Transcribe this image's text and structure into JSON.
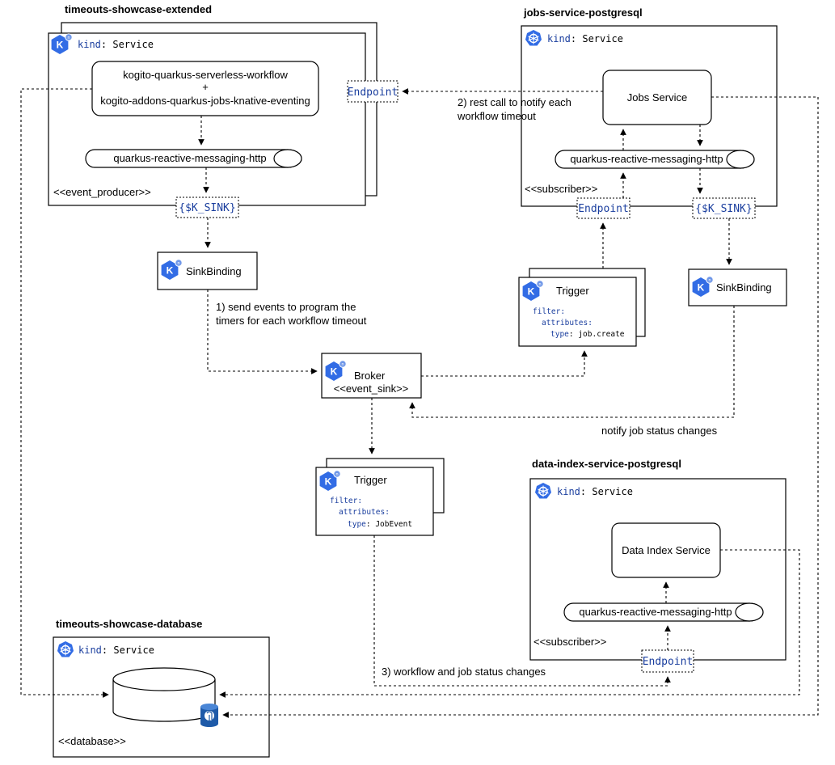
{
  "services": {
    "timeouts_showcase_extended": {
      "title": "timeouts-showcase-extended",
      "kind_key": "kind",
      "kind_value": ": Service",
      "workflow_line1": "kogito-quarkus-serverless-workflow",
      "workflow_plus": "+",
      "workflow_line2": "kogito-addons-quarkus-jobs-knative-eventing",
      "messaging": "quarkus-reactive-messaging-http",
      "stereotype": "<<event_producer>>",
      "sink": "{$K_SINK}"
    },
    "jobs_service_postgresql": {
      "title": "jobs-service-postgresql",
      "kind_key": "kind",
      "kind_value": ": Service",
      "jobs_service": "Jobs Service",
      "messaging": "quarkus-reactive-messaging-http",
      "stereotype": "<<subscriber>>",
      "endpoint": "Endpoint",
      "sink": "{$K_SINK}"
    },
    "data_index_service_postgresql": {
      "title": "data-index-service-postgresql",
      "kind_key": "kind",
      "kind_value": ": Service",
      "data_index": "Data Index Service",
      "messaging": "quarkus-reactive-messaging-http",
      "stereotype": "<<subscriber>>",
      "endpoint": "Endpoint"
    },
    "timeouts_showcase_database": {
      "title": "timeouts-showcase-database",
      "kind_key": "kind",
      "kind_value": ": Service",
      "stereotype": "<<database>>"
    }
  },
  "endpoint_top": "Endpoint",
  "sinkbinding_left": "SinkBinding",
  "sinkbinding_right": "SinkBinding",
  "broker": {
    "label": "Broker",
    "stereotype": "<<event_sink>>"
  },
  "trigger_top": {
    "label": "Trigger",
    "filter": "filter:",
    "attributes": "attributes:",
    "type_key": "type",
    "type_value": ": job.create"
  },
  "trigger_bottom": {
    "label": "Trigger",
    "filter": "filter:",
    "attributes": "attributes:",
    "type_key": "type",
    "type_value": ": JobEvent"
  },
  "annotations": {
    "rest_call_line1": "2) rest call to notify each",
    "rest_call_line2": "workflow timeout",
    "send_events_line1": "1) send events to program the",
    "send_events_line2": "timers for each workflow timeout",
    "notify_job": "notify job status changes",
    "workflow_job_status": "3) workflow and job status changes"
  },
  "icons": {
    "knative": "knative-icon",
    "kubernetes": "kubernetes-wheel-icon",
    "postgresql": "postgresql-elephant-icon"
  },
  "colors": {
    "icon_blue": "#326ce5",
    "keyword_blue": "#1a3e9e"
  }
}
